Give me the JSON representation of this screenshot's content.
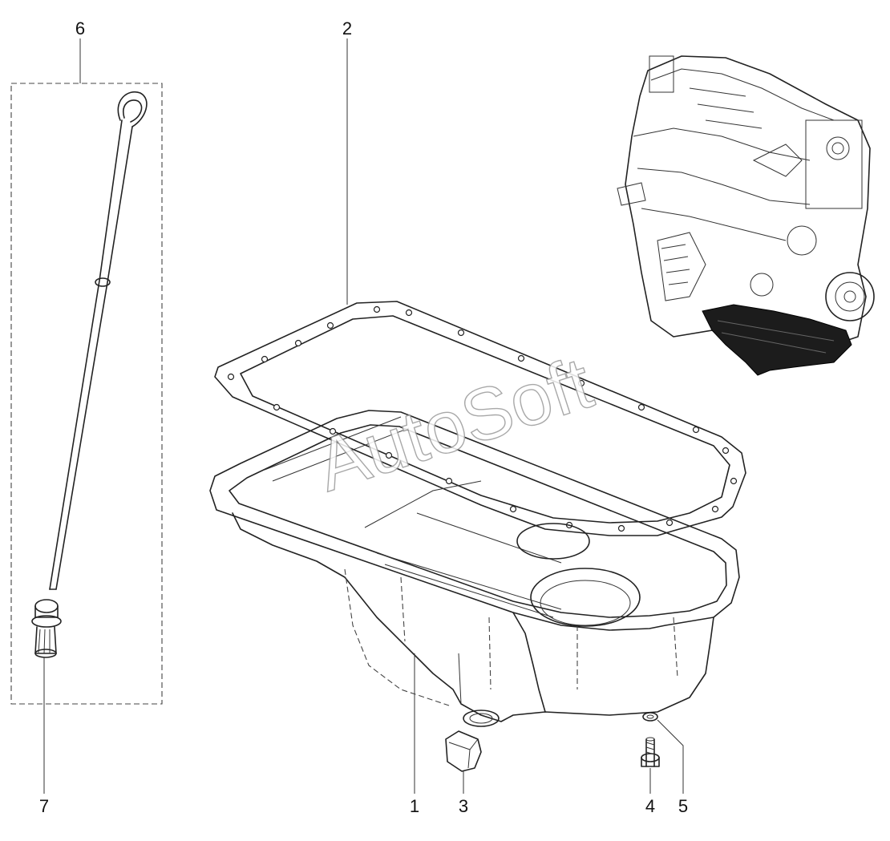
{
  "watermark": "AutoSoft",
  "callouts": {
    "c1": "1",
    "c2": "2",
    "c3": "3",
    "c4": "4",
    "c5": "5",
    "c6": "6",
    "c7": "7"
  }
}
